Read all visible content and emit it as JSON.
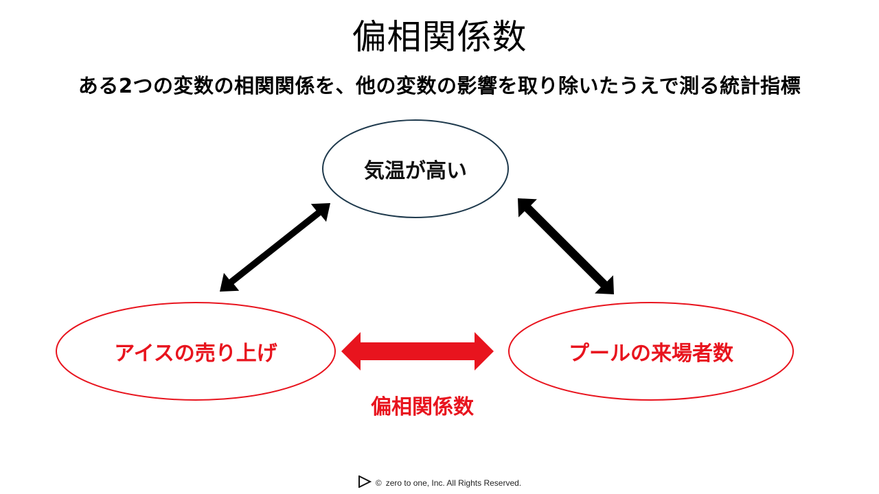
{
  "title": "偏相関係数",
  "subtitle": "ある2つの変数の相関関係を、他の変数の影響を取り除いたうえで測る統計指標",
  "nodes": {
    "top": "気温が高い",
    "left": "アイスの売り上げ",
    "right": "プールの来場者数"
  },
  "partial_label": "偏相関係数",
  "footer": {
    "copyright_symbol": "©",
    "text": "zero to one, Inc. All Rights Reserved."
  },
  "colors": {
    "accent": "#e8141e",
    "arrow_black": "#000000",
    "ellipse_dark": "#1f3a4d"
  }
}
